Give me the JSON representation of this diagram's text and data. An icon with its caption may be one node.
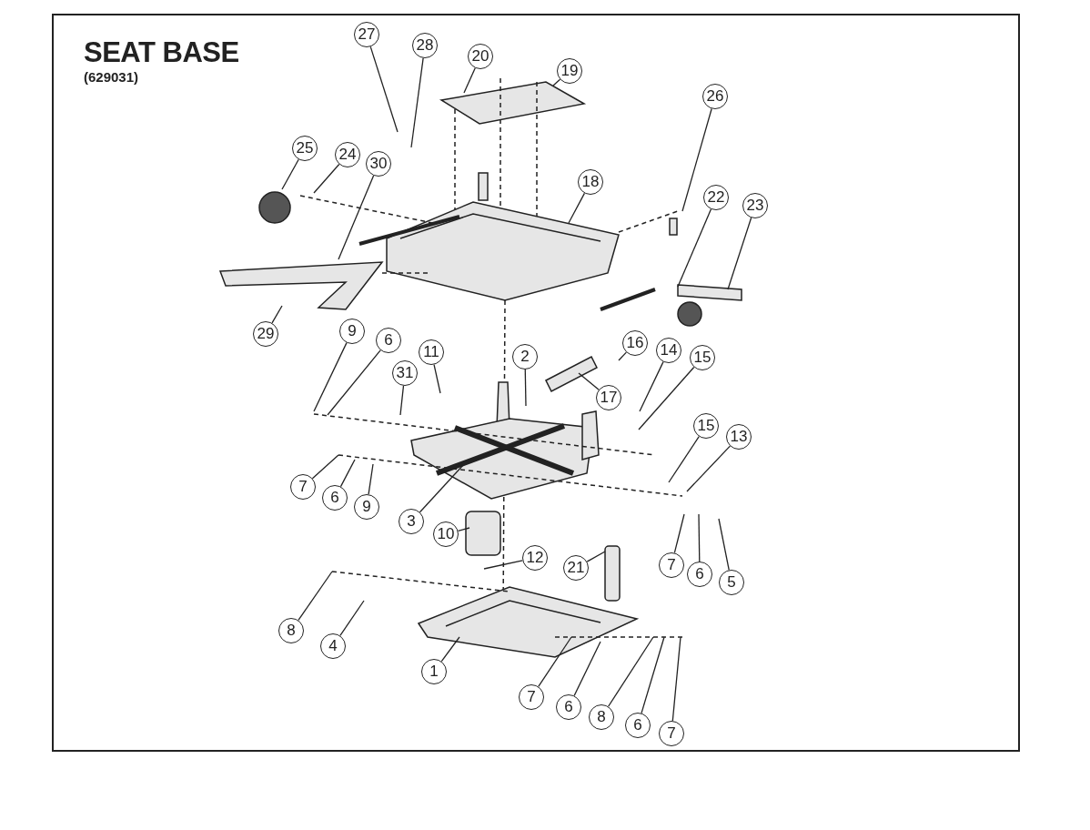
{
  "diagram": {
    "title": "SEAT BASE",
    "labels": [
      "(629031)"
    ],
    "nodes": [
      {
        "text": [
          "27"
        ]
      },
      {
        "text": [
          "28"
        ]
      },
      {
        "text": [
          "20"
        ]
      },
      {
        "text": [
          "19"
        ]
      },
      {
        "text": [
          "26"
        ]
      },
      {
        "text": [
          "25"
        ]
      },
      {
        "text": [
          "24"
        ]
      },
      {
        "text": [
          "30"
        ]
      },
      {
        "text": [
          "18"
        ]
      },
      {
        "text": [
          "22"
        ]
      },
      {
        "text": [
          "23"
        ]
      },
      {
        "text": [
          "29"
        ]
      },
      {
        "text": [
          "9"
        ]
      },
      {
        "text": [
          "6"
        ]
      },
      {
        "text": [
          "11"
        ]
      },
      {
        "text": [
          "31"
        ]
      },
      {
        "text": [
          "2"
        ]
      },
      {
        "text": [
          "16"
        ]
      },
      {
        "text": [
          "14"
        ]
      },
      {
        "text": [
          "15"
        ]
      },
      {
        "text": [
          "17"
        ]
      },
      {
        "text": [
          "15"
        ]
      },
      {
        "text": [
          "13"
        ]
      },
      {
        "text": [
          "7"
        ]
      },
      {
        "text": [
          "6"
        ]
      },
      {
        "text": [
          "9"
        ]
      },
      {
        "text": [
          "3"
        ]
      },
      {
        "text": [
          "10"
        ]
      },
      {
        "text": [
          "12"
        ]
      },
      {
        "text": [
          "21"
        ]
      },
      {
        "text": [
          "7"
        ]
      },
      {
        "text": [
          "6"
        ]
      },
      {
        "text": [
          "5"
        ]
      },
      {
        "text": [
          "8"
        ]
      },
      {
        "text": [
          "4"
        ]
      },
      {
        "text": [
          "1"
        ]
      },
      {
        "text": [
          "7"
        ]
      },
      {
        "text": [
          "6"
        ]
      },
      {
        "text": [
          "8"
        ]
      },
      {
        "text": [
          "6"
        ]
      },
      {
        "text": [
          "7"
        ]
      }
    ],
    "edges": [
      {
        "from": 0,
        "to": null,
        "arrow": "none"
      },
      {
        "from": 1,
        "to": null,
        "arrow": "none"
      },
      {
        "from": 2,
        "to": null,
        "arrow": "none"
      },
      {
        "from": 3,
        "to": null,
        "arrow": "none"
      },
      {
        "from": 4,
        "to": null,
        "arrow": "none"
      },
      {
        "from": 5,
        "to": null,
        "arrow": "none"
      },
      {
        "from": 6,
        "to": null,
        "arrow": "none"
      },
      {
        "from": 7,
        "to": null,
        "arrow": "none"
      },
      {
        "from": 8,
        "to": null,
        "arrow": "none"
      },
      {
        "from": 9,
        "to": null,
        "arrow": "none"
      },
      {
        "from": 10,
        "to": null,
        "arrow": "none"
      },
      {
        "from": 11,
        "to": null,
        "arrow": "none"
      },
      {
        "from": 12,
        "to": null,
        "arrow": "none"
      },
      {
        "from": 13,
        "to": null,
        "arrow": "none"
      },
      {
        "from": 14,
        "to": null,
        "arrow": "none"
      },
      {
        "from": 15,
        "to": null,
        "arrow": "none"
      },
      {
        "from": 16,
        "to": null,
        "arrow": "none"
      },
      {
        "from": 17,
        "to": null,
        "arrow": "none"
      },
      {
        "from": 18,
        "to": null,
        "arrow": "none"
      },
      {
        "from": 19,
        "to": null,
        "arrow": "none"
      },
      {
        "from": 20,
        "to": null,
        "arrow": "none"
      },
      {
        "from": 21,
        "to": null,
        "arrow": "none"
      },
      {
        "from": 22,
        "to": null,
        "arrow": "none"
      },
      {
        "from": 23,
        "to": null,
        "arrow": "none"
      },
      {
        "from": 24,
        "to": null,
        "arrow": "none"
      },
      {
        "from": 25,
        "to": null,
        "arrow": "none"
      },
      {
        "from": 26,
        "to": null,
        "arrow": "none"
      },
      {
        "from": 27,
        "to": null,
        "arrow": "none"
      },
      {
        "from": 28,
        "to": null,
        "arrow": "none"
      },
      {
        "from": 29,
        "to": null,
        "arrow": "none"
      },
      {
        "from": 30,
        "to": null,
        "arrow": "none"
      },
      {
        "from": 31,
        "to": null,
        "arrow": "none"
      },
      {
        "from": 32,
        "to": null,
        "arrow": "none"
      },
      {
        "from": 33,
        "to": null,
        "arrow": "none"
      },
      {
        "from": 34,
        "to": null,
        "arrow": "none"
      },
      {
        "from": 35,
        "to": null,
        "arrow": "none"
      },
      {
        "from": 36,
        "to": null,
        "arrow": "none"
      },
      {
        "from": 37,
        "to": null,
        "arrow": "none"
      },
      {
        "from": 38,
        "to": null,
        "arrow": "none"
      },
      {
        "from": 39,
        "to": null,
        "arrow": "none"
      },
      {
        "from": 40,
        "to": null,
        "arrow": "none"
      }
    ]
  }
}
